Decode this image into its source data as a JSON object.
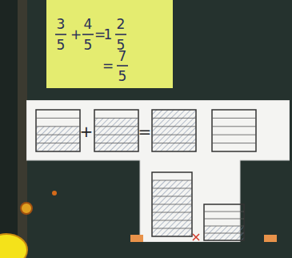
{
  "diagram": {
    "nodes": [
      {
        "text": [
          "3",
          "5",
          "+",
          "4",
          "5",
          "=",
          "1",
          "2",
          "5",
          "=",
          "7",
          "5"
        ]
      },
      {
        "text": [
          "+",
          "="
        ]
      }
    ]
  }
}
